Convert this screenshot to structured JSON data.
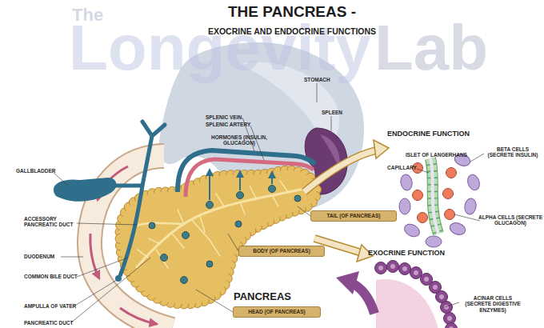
{
  "diagram": {
    "title": "THE PANCREAS -",
    "nodes": [
      {
        "text": [
          "TAIL (OF PANCREAS)"
        ]
      },
      {
        "text": [
          "BODY (OF PANCREAS)"
        ]
      },
      {
        "text": [
          "HEAD (OF PANCREAS)"
        ]
      }
    ],
    "labels": [
      "The",
      "Longevity",
      "Lab",
      "EXOCRINE AND ENDOCRINE FUNCTIONS",
      "STOMACH",
      "SPLEEN",
      "SPLENIC VEIN",
      "SPLENIC ARTERY",
      "HORMONES (INSULIN, GLUCAGON)",
      "GALLBLADDER",
      "ACCESSORY PANCREATIC DUCT",
      "DUODENUM",
      "COMMON BILE DUCT",
      "AMPULLA OF VATER",
      "PANCREATIC DUCT",
      "PANCREAS",
      "ENDOCRINE FUNCTION",
      "ISLET OF LANGERHANS",
      "CAPILLARY",
      "BETA CELLS (SECRETE INSULIN)",
      "ALPHA CELLS (SECRETE GLUCAGON)",
      "EXOCRINE FUNCTION",
      "ACINAR CELLS (SECRETE DIGESTIVE ENZYMES)"
    ]
  }
}
